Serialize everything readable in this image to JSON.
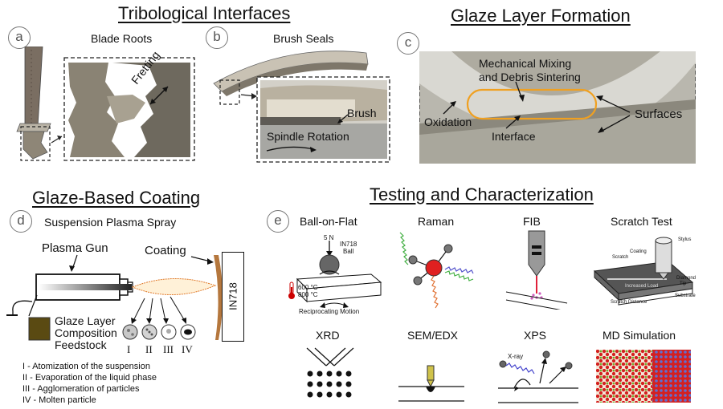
{
  "sections": {
    "tribological_interfaces": "Tribological Interfaces",
    "glaze_layer_formation": "Glaze Layer Formation",
    "glaze_based_coating": "Glaze-Based Coating",
    "testing_characterization": "Testing and Characterization"
  },
  "panels": {
    "a": {
      "letter": "a",
      "label": "Blade Roots",
      "annotation": "Fretting"
    },
    "b": {
      "letter": "b",
      "label": "Brush Seals",
      "brush": "Brush",
      "spindle": "Spindle Rotation"
    },
    "c": {
      "letter": "c",
      "mixing_line1": "Mechanical Mixing",
      "mixing_line2": "and Debris Sintering",
      "oxidation": "Oxidation",
      "interface": "Interface",
      "surfaces": "Surfaces"
    },
    "d": {
      "letter": "d",
      "label": "Suspension Plasma Spray",
      "plasma_gun": "Plasma Gun",
      "coating": "Coating",
      "substrate": "IN718",
      "feedstock_line1": "Glaze Layer",
      "feedstock_line2": "Composition",
      "feedstock_line3": "Feedstock",
      "stages": [
        "I",
        "II",
        "III",
        "IV"
      ],
      "legend": [
        "I - Atomization of the suspension",
        "II - Evaporation of the liquid phase",
        "III - Agglomeration of particles",
        "IV - Molten particle"
      ]
    },
    "e": {
      "letter": "e",
      "tests": [
        "Ball-on-Flat",
        "Raman",
        "FIB",
        "Scratch Test",
        "XRD",
        "SEM/EDX",
        "XPS",
        "MD Simulation"
      ],
      "ball_on_flat": {
        "load": "5 N",
        "ball_line1": "IN718",
        "ball_line2": "Ball",
        "temp1": "600 °C",
        "temp2": "800 °C",
        "motion": "Reciprocating Motion"
      },
      "scratch": {
        "stylus": "Stylus",
        "coating": "Coating",
        "scratch": "Scratch",
        "diamond1": "Diamond",
        "diamond2": "Tip",
        "load": "Increased Load",
        "substrate": "Substrate",
        "distance": "Scratch Distance"
      },
      "xps": {
        "xray": "X-ray"
      }
    }
  },
  "colors": {
    "accent_orange": "#f0a020",
    "raman_red": "#e02020",
    "fib_beam": "#e0203a",
    "coating_brown": "#b5773d",
    "feedstock": "#5a4a12"
  }
}
